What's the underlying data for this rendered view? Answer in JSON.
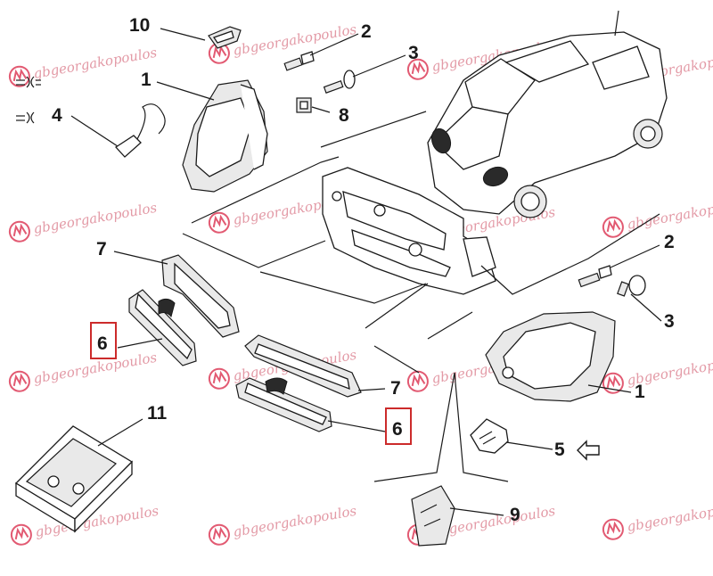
{
  "watermark": {
    "text": "gbgeorgakopoulos"
  },
  "callouts": {
    "c10": "10",
    "c2a": "2",
    "c3a": "3",
    "c1a": "1",
    "c4": "4",
    "c8": "8",
    "c7a": "7",
    "c6a": "6",
    "c2b": "2",
    "c3b": "3",
    "c1b": "1",
    "c7b": "7",
    "c6b": "6",
    "c5": "5",
    "c11": "11",
    "c9": "9"
  },
  "highlight_color": "#cc2b2b",
  "arrow_icon": "left-arrow-outline-icon"
}
